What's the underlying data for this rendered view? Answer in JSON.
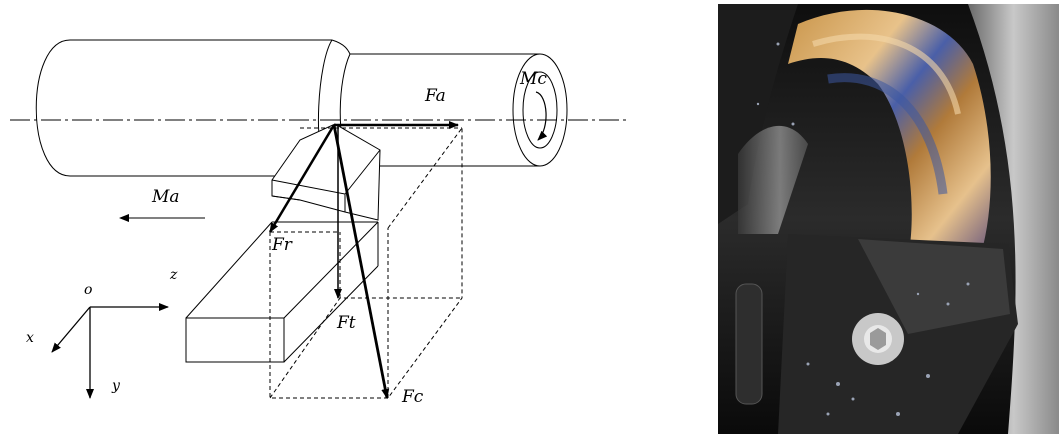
{
  "diagram": {
    "labels": {
      "fa": "Fa",
      "mc": "Mc",
      "ma": "Ma",
      "fr": "Fr",
      "ft": "Ft",
      "fc": "Fc"
    },
    "axes": {
      "origin": "o",
      "z": "z",
      "x": "x",
      "y": "y"
    }
  },
  "photo": {
    "subject": "turning insert cutting a rotating workpiece with chip flow",
    "colors": {
      "background": "#1a1a1a",
      "chip_gold": "#c9954a",
      "chip_blue": "#4a5fa8",
      "insert_dark": "#2a2a2a"
    }
  }
}
